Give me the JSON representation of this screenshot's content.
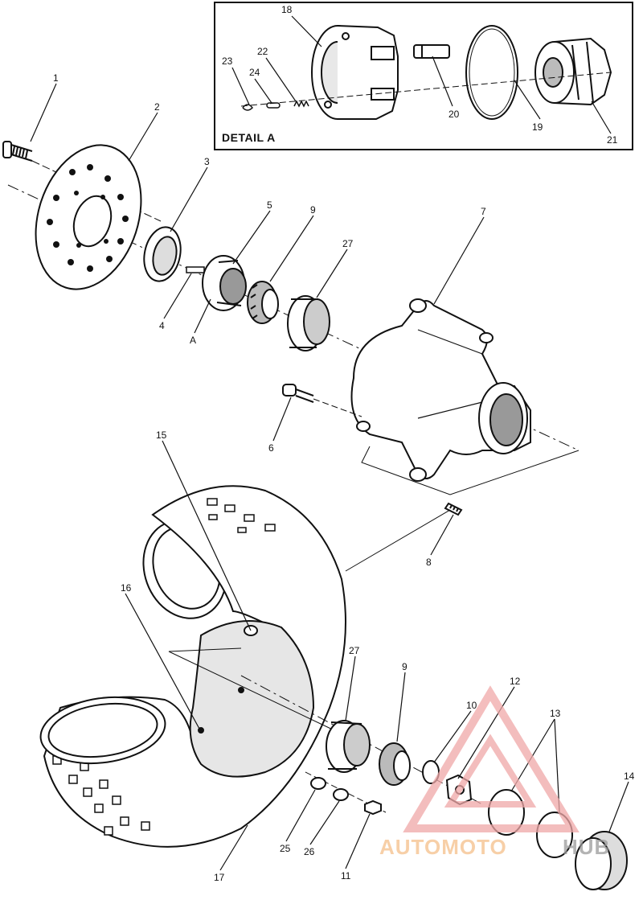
{
  "detail_box": {
    "title": "DETAIL A"
  },
  "callouts": {
    "c1": "1",
    "c2": "2",
    "c3": "3",
    "c4": "4",
    "c5": "5",
    "c6": "6",
    "c7": "7",
    "c8": "8",
    "c9a": "9",
    "c9b": "9",
    "c10": "10",
    "c11": "11",
    "c12": "12",
    "c13": "13",
    "c14": "14",
    "c15": "15",
    "c16": "16",
    "c17": "17",
    "c18": "18",
    "c19": "19",
    "c20": "20",
    "c21": "21",
    "c22": "22",
    "c23": "23",
    "c24": "24",
    "c25": "25",
    "c26": "26",
    "c27a": "27",
    "c27b": "27",
    "cA": "A"
  },
  "watermark": {
    "part1": "AUTOMOTO",
    "part2": "HUB",
    "color_primary": "#f0a8a8",
    "color_secondary": "#f5c08a",
    "color_gray": "#9a9a9a"
  },
  "colors": {
    "line": "#111111",
    "background": "#ffffff"
  }
}
